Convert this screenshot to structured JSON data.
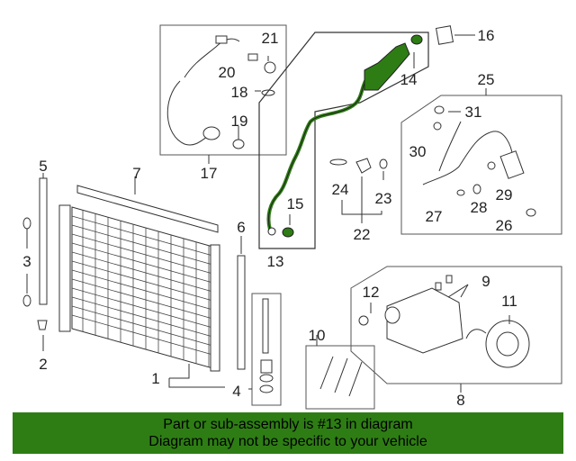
{
  "callouts": [
    "1",
    "2",
    "3",
    "4",
    "5",
    "6",
    "7",
    "8",
    "9",
    "10",
    "11",
    "12",
    "13",
    "14",
    "15",
    "16",
    "17",
    "18",
    "19",
    "20",
    "21",
    "22",
    "23",
    "24",
    "25",
    "26",
    "27",
    "28",
    "29",
    "30",
    "31"
  ],
  "highlight_color": "#2e7d14",
  "banner": {
    "line1": "Part or sub-assembly is #13 in diagram",
    "line2": "Diagram may not be specific to your vehicle"
  }
}
